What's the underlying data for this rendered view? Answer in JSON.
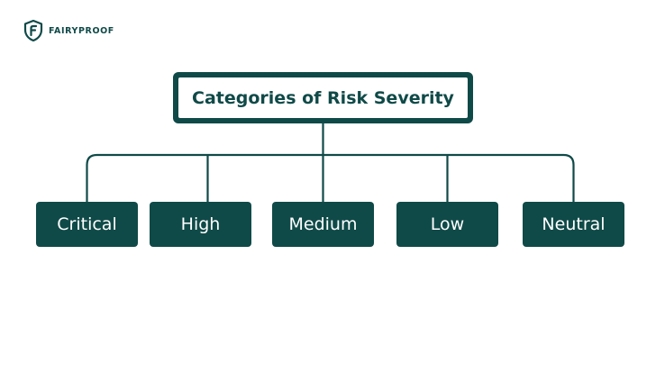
{
  "brand": {
    "name": "FAIRYPROOF",
    "logo_icon": "fairyproof-shield-logo"
  },
  "diagram": {
    "title": "Categories of Risk Severity",
    "categories": [
      "Critical",
      "High",
      "Medium",
      "Low",
      "Neutral"
    ]
  },
  "colors": {
    "primary": "#0f4a48",
    "background": "#ffffff",
    "text_on_primary": "#ffffff"
  }
}
